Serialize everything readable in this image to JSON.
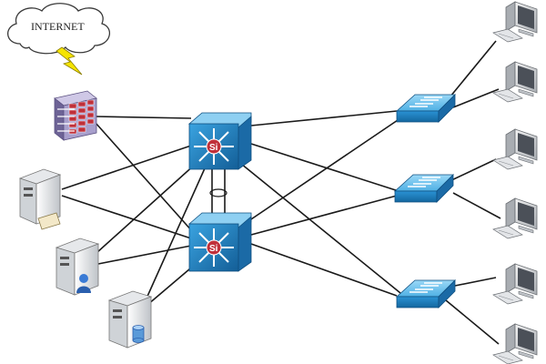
{
  "internet": {
    "label": "INTERNET",
    "icon": "cloud-icon"
  },
  "core_switches": [
    {
      "id": "core-top",
      "label": "Si",
      "icon": "layer3-switch-icon"
    },
    {
      "id": "core-bottom",
      "label": "Si",
      "icon": "layer3-switch-icon"
    }
  ],
  "colors": {
    "switch_blue": "#1f7fc4",
    "switch_light": "#6fc0ec",
    "router_red": "#c0303a",
    "lightning": "#f5e400",
    "firewall_purple": "#8a7fb0",
    "link_line": "#1a1a1a"
  },
  "icons": [
    "firewall-icon",
    "server-icon",
    "workgroup-switch-icon",
    "workstation-icon",
    "lightning-icon"
  ]
}
